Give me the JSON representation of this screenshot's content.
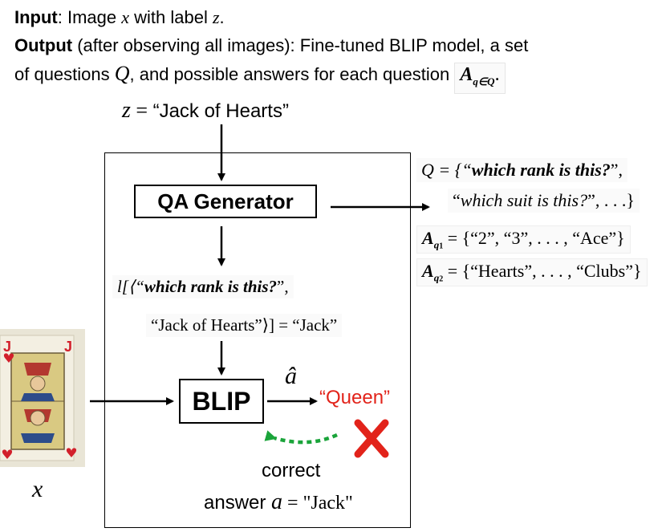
{
  "header": {
    "input_label": "Input",
    "input_text": ": Image ",
    "input_var_x": "x",
    "input_text2": " with label ",
    "input_var_z": "z",
    "input_end": ".",
    "output_label": "Output",
    "output_text": " (after observing all images): Fine-tuned BLIP model, a set",
    "output_line2_a": "of questions ",
    "output_var_q": "Q",
    "output_line2_b": ", and possible answers for each question ",
    "output_boxed_a": "A",
    "output_boxed_sub": "q∈Q",
    "output_boxed_end": "."
  },
  "label_input": {
    "var": "z",
    "eq": " = ",
    "value": "“Jack of Hearts”"
  },
  "qa_generator": {
    "label": "QA Generator"
  },
  "blip": {
    "label": "BLIP"
  },
  "question_set": {
    "line1_a": "Q = {“",
    "line1_it": "which rank is this?",
    "line1_b": "”,",
    "line2_a": "“",
    "line2_it": "which suit is this?",
    "line2_b": "”, . . .}"
  },
  "answers_q1": {
    "sym": "A",
    "sub": "q",
    "subsub": "1",
    "text": " = {“2”, “3”, . . . , “Ace”}"
  },
  "answers_q2": {
    "sym": "A",
    "sub": "q",
    "subsub": "2",
    "text": " = {“Hearts”, . . . , “Clubs”}"
  },
  "label_fn": {
    "line1_a": "l[⟨“",
    "line1_it": "which rank is this?",
    "line1_b": "”,",
    "line2": "“Jack of Hearts”⟩] = “Jack”"
  },
  "prediction": {
    "hat_label": "â",
    "value": "“Queen”",
    "color": "#e2231a"
  },
  "wrong_mark": {
    "icon": "cross-icon",
    "color": "#e2231a"
  },
  "feedback_arrow": {
    "color": "#1aa43a"
  },
  "correct_answer": {
    "line1": "correct",
    "line2_a": "answer ",
    "line2_var": "a",
    "line2_b": " = \"Jack\""
  },
  "image_var": {
    "label": "x"
  },
  "card_image": {
    "icon": "playing-card-jack-of-hearts",
    "suit_color": "#d21f2b"
  }
}
